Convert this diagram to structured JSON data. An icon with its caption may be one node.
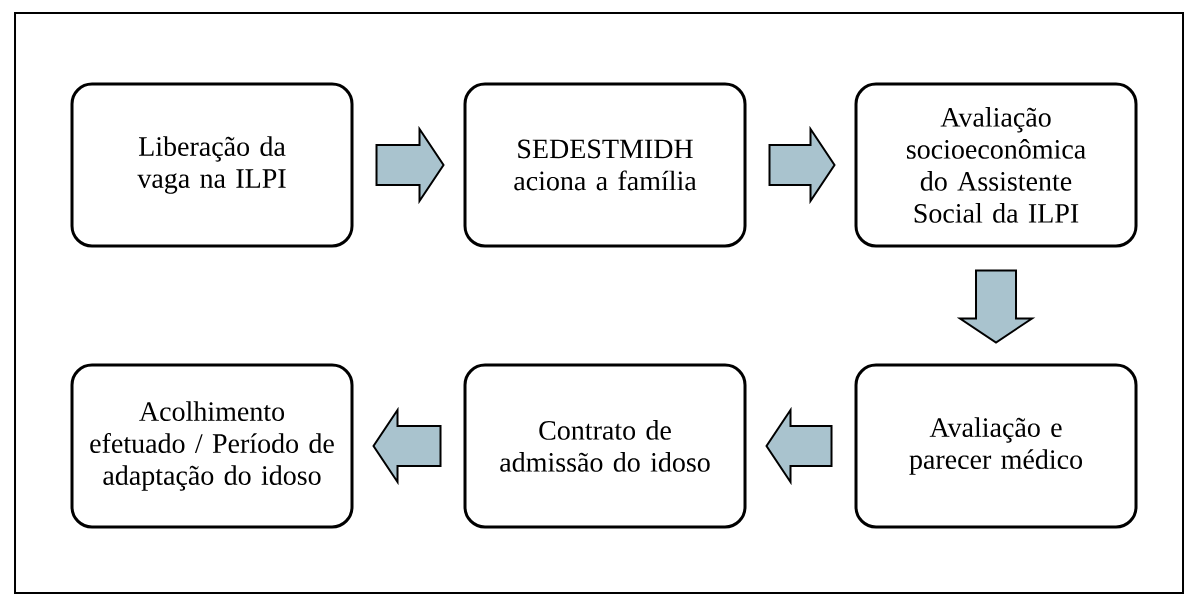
{
  "diagram": {
    "nodes": [
      {
        "text": [
          "Liberação da vaga na ILPI"
        ]
      },
      {
        "text": [
          "SEDESTMIDH aciona a família"
        ]
      },
      {
        "text": [
          "Avaliação socioeconômica do Assistente Social da ILPI"
        ]
      },
      {
        "text": [
          "Avaliação e parecer médico"
        ]
      },
      {
        "text": [
          "Contrato de admissão do idoso"
        ]
      },
      {
        "text": [
          "Acolhimento efetuado / Período de adaptação do idoso"
        ]
      }
    ],
    "edges": [
      {
        "from": 0,
        "to": 1,
        "arrow": "to"
      },
      {
        "from": 1,
        "to": 2,
        "arrow": "to"
      },
      {
        "from": 2,
        "to": 3,
        "arrow": "to"
      },
      {
        "from": 3,
        "to": 4,
        "arrow": "to"
      },
      {
        "from": 4,
        "to": 5,
        "arrow": "to"
      }
    ]
  }
}
